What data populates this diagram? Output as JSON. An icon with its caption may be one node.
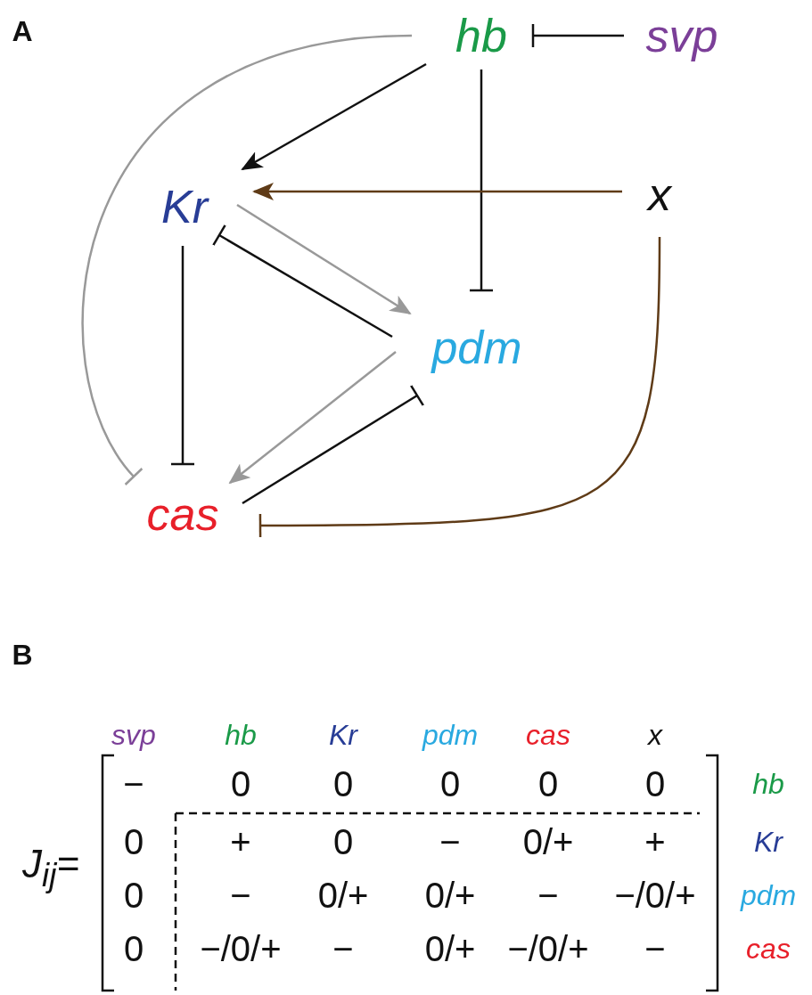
{
  "diagram": {
    "nodes": [
      {
        "text": [
          "hb"
        ]
      },
      {
        "text": [
          "svp"
        ]
      },
      {
        "text": [
          "Kr"
        ]
      },
      {
        "text": [
          "x"
        ]
      },
      {
        "text": [
          "pdm"
        ]
      },
      {
        "text": [
          "cas"
        ]
      }
    ],
    "edges": [
      {
        "from": 1,
        "to": 0,
        "arrow": "other"
      },
      {
        "from": 0,
        "to": 2,
        "arrow": "to"
      },
      {
        "from": 0,
        "to": 4,
        "arrow": "other"
      },
      {
        "from": 0,
        "to": 5,
        "arrow": "other",
        "color": "#999999"
      },
      {
        "from": 3,
        "to": 2,
        "arrow": "to",
        "color": "#5f3b17"
      },
      {
        "from": 2,
        "to": 4,
        "arrow": "to",
        "color": "#999999"
      },
      {
        "from": 4,
        "to": 2,
        "arrow": "other"
      },
      {
        "from": 2,
        "to": 5,
        "arrow": "other"
      },
      {
        "from": 4,
        "to": 5,
        "arrow": "to",
        "color": "#999999"
      },
      {
        "from": 5,
        "to": 4,
        "arrow": "other"
      },
      {
        "from": 3,
        "to": 5,
        "arrow": "other",
        "color": "#5f3b17"
      }
    ],
    "labels": [
      "A",
      "B",
      "svp",
      "hb",
      "Kr",
      "pdm",
      "cas",
      "x",
      "J$_{ij}$=",
      "−",
      "0",
      "0",
      "0",
      "0",
      "0",
      "hb",
      "0",
      "+",
      "0",
      "−",
      "0/+",
      "+",
      "Kr",
      "0",
      "−",
      "0/+",
      "0/+",
      "−",
      "−/0/+",
      "pdm",
      "0",
      "−/0/+",
      "−",
      "0/+",
      "−/0/+",
      "−",
      "cas"
    ]
  }
}
